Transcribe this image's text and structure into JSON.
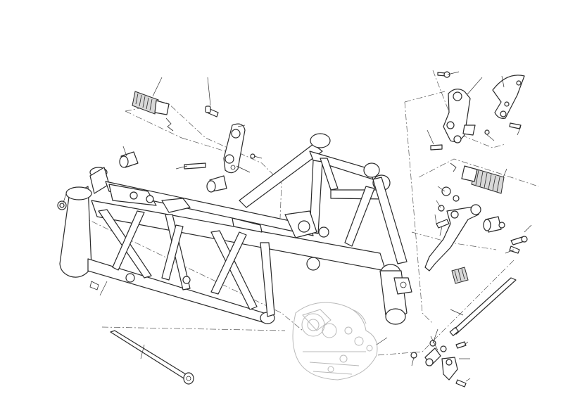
{
  "diagram": {
    "type": "exploded-parts-view",
    "subject": "frame",
    "callout_labels_printed": false,
    "parts": [
      {
        "name": "main-frame"
      },
      {
        "name": "left-rider-footpeg"
      },
      {
        "name": "left-footpeg-bracket"
      },
      {
        "name": "right-footpeg-bracket"
      },
      {
        "name": "right-rider-footpeg"
      },
      {
        "name": "heel-guard"
      },
      {
        "name": "gear-shift-lever"
      },
      {
        "name": "gear-lever-rubber"
      },
      {
        "name": "shift-linkage-rod"
      },
      {
        "name": "swingarm-pivot-shaft"
      },
      {
        "name": "engine-reference-ghost"
      }
    ]
  }
}
